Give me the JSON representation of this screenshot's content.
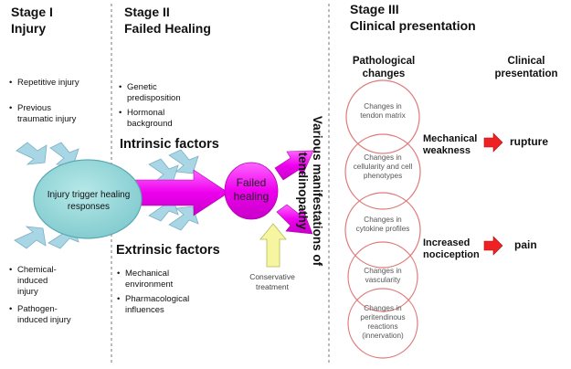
{
  "stages": {
    "s1": {
      "title": "Stage I",
      "subtitle": "Injury"
    },
    "s2": {
      "title": "Stage II",
      "subtitle": "Failed Healing"
    },
    "s3": {
      "title": "Stage III",
      "subtitle": "Clinical presentation"
    }
  },
  "stage1": {
    "top_causes": [
      "Repetitive injury",
      "Previous traumatic injury"
    ],
    "bottom_causes": [
      "Chemical-induced injury",
      "Pathogen-induced injury"
    ],
    "ellipse_label": "Injury trigger healing responses"
  },
  "stage2": {
    "intrinsic": {
      "heading": "Intrinsic factors",
      "items": [
        "Genetic predisposition",
        "Hormonal background"
      ]
    },
    "extrinsic": {
      "heading": "Extrinsic factors",
      "items": [
        "Mechanical environment",
        "Pharmacological influences"
      ]
    },
    "failed_label": "Failed healing",
    "treatment_label": "Conservative treatment"
  },
  "manifestations_label": "Various manifestations of tendinopathy",
  "stage3": {
    "pathological_header": "Pathological changes",
    "clinical_header": "Clinical presentation",
    "changes": [
      "Changes in tendon matrix",
      "Changes in cellularity and cell phenotypes",
      "Changes in cytokine profiles",
      "Changes in vascularity",
      "Changes in peritendinous reactions (innervation)"
    ],
    "outcomes": [
      {
        "cause": "Mechanical weakness",
        "result": "rupture"
      },
      {
        "cause": "Increased nociception",
        "result": "pain"
      }
    ]
  },
  "colors": {
    "magenta": "#ee00ee",
    "ellipse_fill": "#8fd6d6",
    "ellipse_stroke": "#5aa8b0",
    "arrow_blue": "#a8d6e4",
    "arrow_yellow": "#f6f6a0",
    "circle_red": "#e07a7a",
    "red_arrow": "#ee2222",
    "divider": "#777777"
  }
}
